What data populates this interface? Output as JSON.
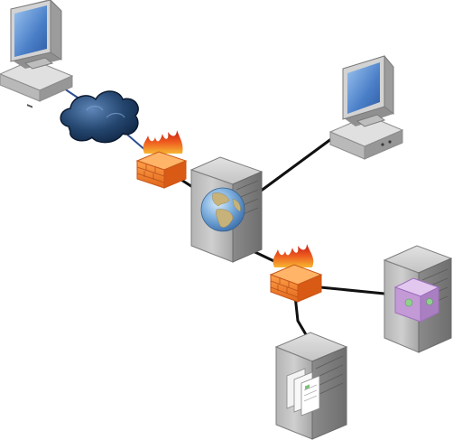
{
  "diagram": {
    "nodes": [
      {
        "id": "client-workstation",
        "kind": "desktop-computer"
      },
      {
        "id": "internet",
        "kind": "cloud"
      },
      {
        "id": "outer-firewall",
        "kind": "firewall"
      },
      {
        "id": "web-server",
        "kind": "server-tower-with-globe"
      },
      {
        "id": "admin-workstation",
        "kind": "desktop-computer"
      },
      {
        "id": "inner-firewall",
        "kind": "firewall"
      },
      {
        "id": "application-server",
        "kind": "server-tower-with-cube"
      },
      {
        "id": "content-server",
        "kind": "server-tower-with-documents"
      }
    ],
    "links": [
      {
        "from": "client-workstation",
        "to": "internet",
        "style": "blue"
      },
      {
        "from": "internet",
        "to": "outer-firewall",
        "style": "blue"
      },
      {
        "from": "outer-firewall",
        "to": "web-server",
        "style": "black"
      },
      {
        "from": "web-server",
        "to": "admin-workstation",
        "style": "black"
      },
      {
        "from": "web-server",
        "to": "inner-firewall",
        "style": "black"
      },
      {
        "from": "inner-firewall",
        "to": "application-server",
        "style": "black"
      },
      {
        "from": "inner-firewall",
        "to": "content-server",
        "style": "black"
      }
    ],
    "colors": {
      "link_black": "#111111",
      "link_blue": "#2d4f8e",
      "cloud": "#1d3c63",
      "firewall_brick": "#ef7a1e",
      "flame": "#e8431c",
      "monitor_screen": "#4a7fc8",
      "server_body": "#9a9a9a",
      "globe_sea": "#5a8fc6",
      "globe_land": "#c7b27a",
      "cube": "#c39ad6"
    }
  }
}
